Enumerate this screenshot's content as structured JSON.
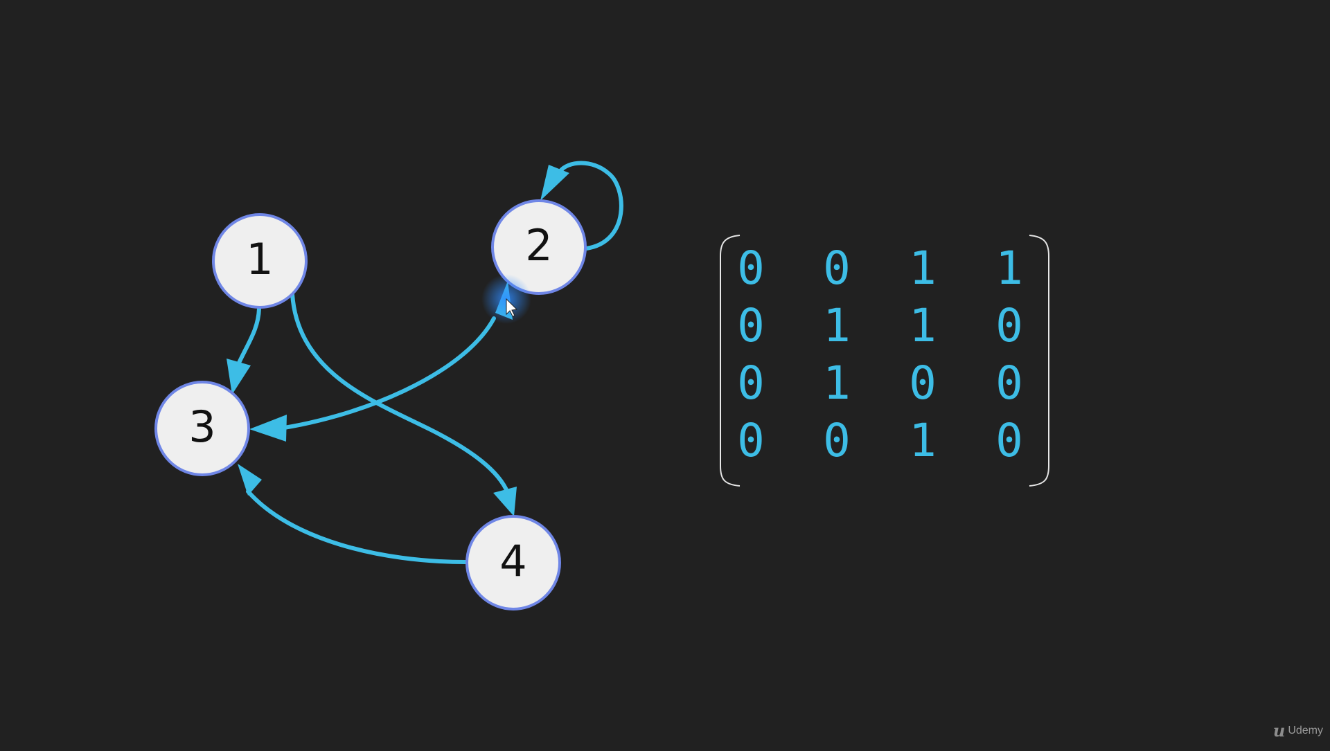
{
  "graph": {
    "nodes": [
      {
        "id": "1",
        "label": "1"
      },
      {
        "id": "2",
        "label": "2"
      },
      {
        "id": "3",
        "label": "3"
      },
      {
        "id": "4",
        "label": "4"
      }
    ],
    "edges": [
      {
        "from": "1",
        "to": "3"
      },
      {
        "from": "1",
        "to": "4"
      },
      {
        "from": "2",
        "to": "2"
      },
      {
        "from": "2",
        "to": "3"
      },
      {
        "from": "3",
        "to": "2"
      },
      {
        "from": "4",
        "to": "3"
      }
    ]
  },
  "matrix": {
    "rows": [
      [
        "0",
        "0",
        "1",
        "1"
      ],
      [
        "0",
        "1",
        "1",
        "0"
      ],
      [
        "0",
        "1",
        "0",
        "0"
      ],
      [
        "0",
        "0",
        "1",
        "0"
      ]
    ]
  },
  "watermark": {
    "logo_glyph": "u",
    "brand": "Udemy"
  },
  "colors": {
    "background": "#212121",
    "edge": "#3dbde6",
    "node_fill": "#efefef",
    "node_stroke": "#6f86e6",
    "matrix_value": "#3dbde6",
    "bracket": "#e6e6e6",
    "cursor_glow": "#2f8cff"
  }
}
